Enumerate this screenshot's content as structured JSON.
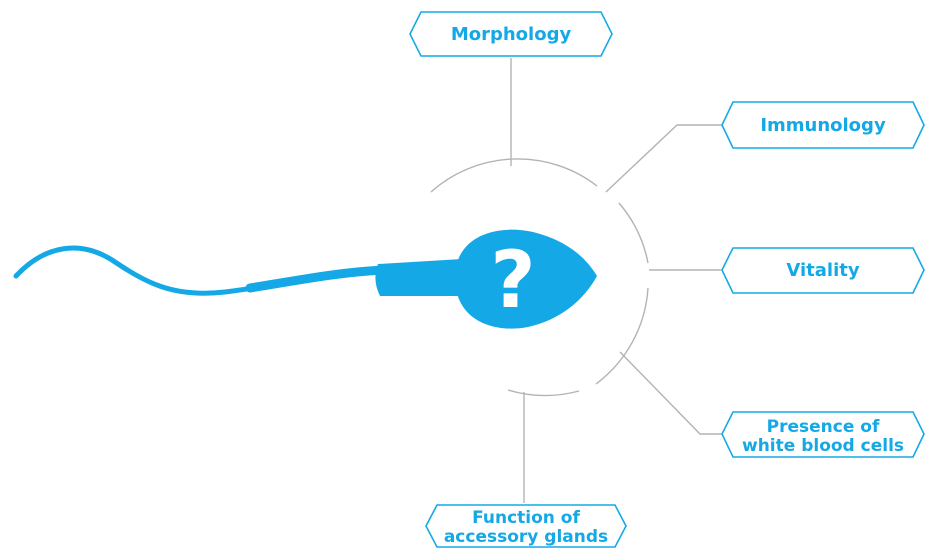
{
  "diagram": {
    "center_symbol": "?",
    "labels": {
      "morphology": "Morphology",
      "immunology": "Immunology",
      "vitality": "Vitality",
      "white_blood_cells_line1": "Presence of",
      "white_blood_cells_line2": "white blood cells",
      "accessory_glands_line1": "Function of",
      "accessory_glands_line2": "accessory glands"
    }
  },
  "colors": {
    "accent": "#14a9e6",
    "connector": "#b3b3b3",
    "background": "#ffffff"
  }
}
